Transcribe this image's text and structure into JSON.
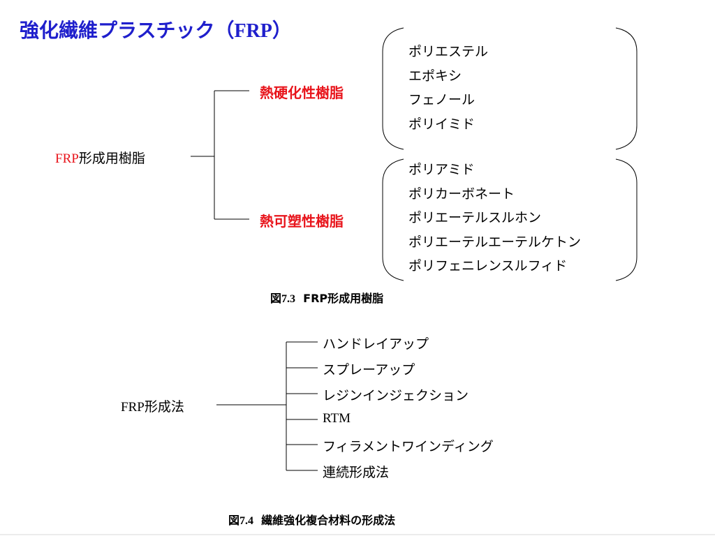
{
  "title": {
    "text": "強化繊維プラスチック（",
    "latin": "FRP",
    "close": "）"
  },
  "fig73": {
    "root": {
      "prefix": "FRP",
      "suffix": "形成用樹脂"
    },
    "categories": [
      {
        "label": "熱硬化性樹脂",
        "items": [
          "ポリエステル",
          "エポキシ",
          "フェノール",
          "ポリイミド"
        ]
      },
      {
        "label": "熱可塑性樹脂",
        "items": [
          "ポリアミド",
          "ポリカーボネート",
          "ポリエーテルスルホン",
          "ポリエーテルエーテルケトン",
          "ポリフェニレンスルフィド"
        ]
      }
    ],
    "caption": {
      "num": "図7.3",
      "text": "FRP形成用樹脂"
    }
  },
  "fig74": {
    "root": {
      "prefix": "FRP",
      "suffix": "形成法"
    },
    "methods": [
      "ハンドレイアップ",
      "スプレーアップ",
      "レジンインジェクション",
      "RTM",
      "フィラメントワインディング",
      "連続形成法"
    ],
    "caption": {
      "num": "図7.4",
      "text": "繊維強化複合材料の形成法"
    }
  }
}
